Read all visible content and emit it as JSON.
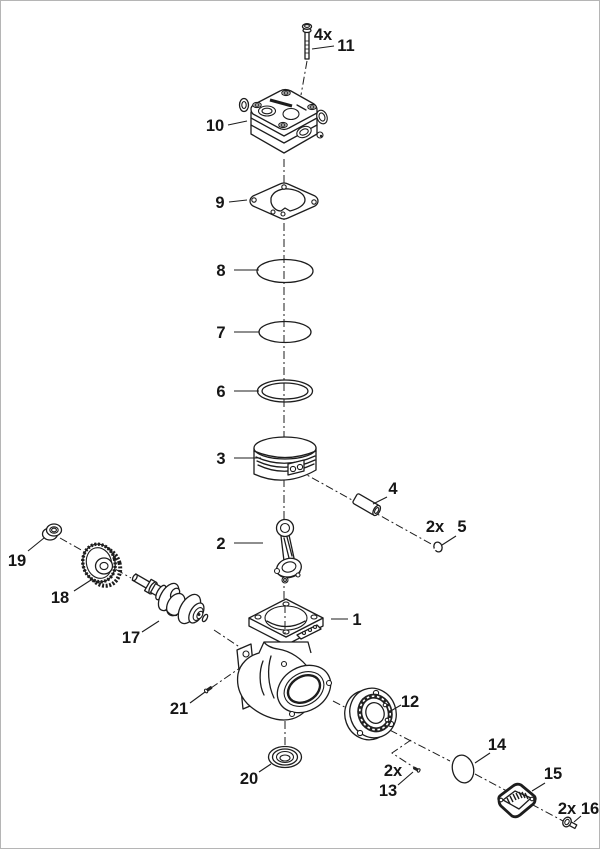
{
  "diagram": {
    "callouts": {
      "n1": "1",
      "n2": "2",
      "n3": "3",
      "n4": "4",
      "n5": "5",
      "n6": "6",
      "n7": "7",
      "n8": "8",
      "n9": "9",
      "n10": "10",
      "n11": "11",
      "n12": "12",
      "n13": "13",
      "n14": "14",
      "n15": "15",
      "n16": "16",
      "n17": "17",
      "n18": "18",
      "n19": "19",
      "n20": "20",
      "n21": "21"
    },
    "quantities": {
      "bolt11": "4x",
      "circlip5": "2x",
      "screw13": "2x",
      "bolt16": "2x"
    },
    "colors": {
      "line": "#1d1d1d",
      "label": "#161616",
      "background": "#ffffff",
      "frame": "#b5b5b5"
    }
  }
}
